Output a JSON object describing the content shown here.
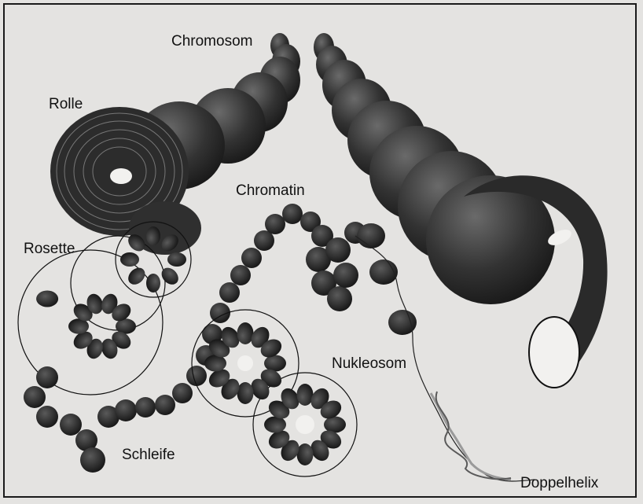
{
  "labels": {
    "chromosom": "Chromosom",
    "rolle": "Rolle",
    "chromatin": "Chromatin",
    "rosette": "Rosette",
    "nukleosom": "Nukleosom",
    "schleife": "Schleife",
    "doppelhelix": "Doppelhelix"
  },
  "colors": {
    "background": "#e4e3e1",
    "structure": "#2e2e2e",
    "outline": "#111111",
    "helix": "#b8b8b8"
  }
}
